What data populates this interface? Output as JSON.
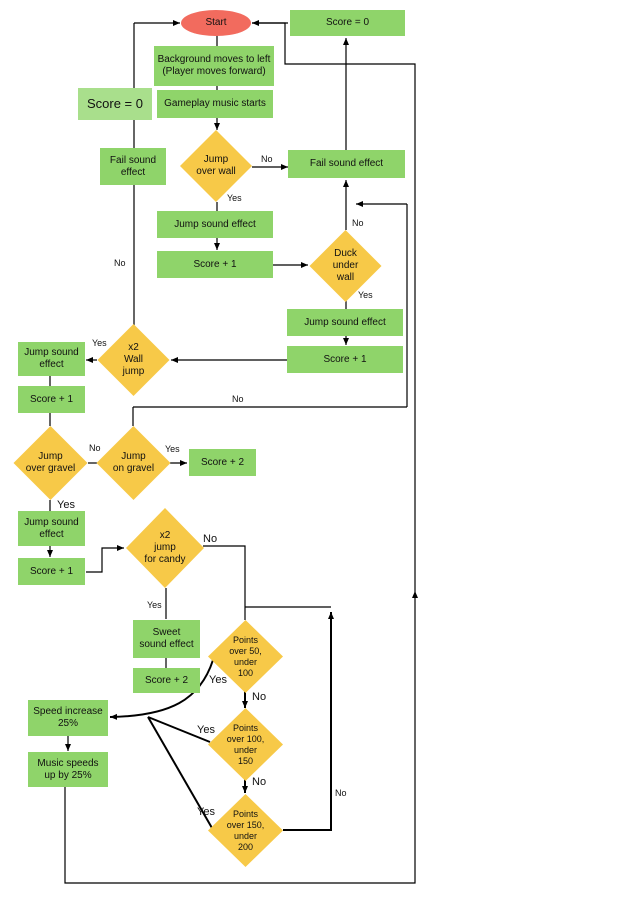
{
  "nodes": {
    "start": "Start",
    "score_zero_right": "Score = 0",
    "background_moves": "Background moves to left\n(Player moves forward)",
    "score_zero_left": "Score = 0",
    "gameplay_music": "Gameplay music starts",
    "fail_sound_left": "Fail sound\neffect",
    "jump_over_wall": "Jump\nover wall",
    "fail_sound_right": "Fail sound effect",
    "jump_sound_1": "Jump sound effect",
    "score_plus_1_a": "Score + 1",
    "duck_under_wall": "Duck\nunder\nwall",
    "jump_sound_2": "Jump sound effect",
    "score_plus_1_b": "Score + 1",
    "x2_wall_jump": "x2\nWall\njump",
    "jump_sound_3": "Jump sound\neffect",
    "score_plus_1_c": "Score + 1",
    "jump_over_gravel": "Jump\nover gravel",
    "jump_on_gravel": "Jump\non gravel",
    "score_plus_2_a": "Score + 2",
    "jump_sound_4": "Jump sound\neffect",
    "score_plus_1_d": "Score + 1",
    "x2_jump_candy": "x2\njump\nfor candy",
    "sweet_sound": "Sweet\nsound effect",
    "score_plus_2_b": "Score + 2",
    "points_50_100": "Points\nover 50,\nunder\n100",
    "points_100_150": "Points\nover 100,\nunder\n150",
    "points_150_200": "Points\nover 150,\nunder\n200",
    "speed_increase": "Speed increase\n25%",
    "music_speeds": "Music speeds\nup by 25%"
  },
  "labels": {
    "no_jump_wall": "No",
    "yes_jump_wall": "Yes",
    "no_duck": "No",
    "yes_duck": "Yes",
    "no_left_loop": "No",
    "yes_x2_wall": "Yes",
    "no_wall_loop": "No",
    "no_gravel": "No",
    "yes_gravel_on": "Yes",
    "yes_gravel_over": "Yes",
    "no_candy": "No",
    "yes_candy": "Yes",
    "yes_p50": "Yes",
    "no_p50": "No",
    "yes_p100": "Yes",
    "no_p100": "No",
    "yes_p150": "Yes",
    "no_p150": "No"
  },
  "colors": {
    "box_green": "#8fd46a",
    "box_light_green": "#a9df8c",
    "decision_yellow": "#f7c948",
    "start_red": "#f26b5e",
    "line": "#000000"
  }
}
